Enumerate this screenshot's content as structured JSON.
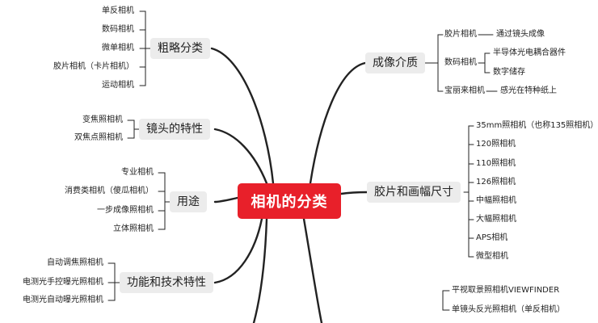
{
  "center": {
    "label": "相机的分类"
  },
  "branches": {
    "coarse": {
      "label": "粗略分类",
      "items": [
        "单反相机",
        "数码相机",
        "微单相机",
        "胶片相机（卡片相机）",
        "运动相机"
      ]
    },
    "lens": {
      "label": "镜头的特性",
      "items": [
        "变焦照相机",
        "双焦点照相机"
      ]
    },
    "usage": {
      "label": "用途",
      "items": [
        "专业相机",
        "消费类相机（傻瓜相机）",
        "一步成像照相机",
        "立体照相机"
      ]
    },
    "tech": {
      "label": "功能和技术特性",
      "items": [
        "自动调焦照相机",
        "电测光手控曝光照相机",
        "电测光自动曝光照相机"
      ]
    },
    "medium": {
      "label": "成像介质",
      "groups": [
        {
          "label": "胶片相机",
          "items": [
            "通过镜头成像"
          ]
        },
        {
          "label": "数码相机",
          "items": [
            "半导体光电耦合器件",
            "数字储存"
          ]
        },
        {
          "label": "宝丽来相机",
          "items": [
            "感光在特种纸上"
          ]
        }
      ]
    },
    "film": {
      "label": "胶片和画幅尺寸",
      "items": [
        "35mm照相机（也称135照相机）",
        "120照相机",
        "110照相机",
        "126照相机",
        "中幅照相机",
        "大幅照相机",
        "APS相机",
        "微型相机"
      ]
    },
    "viewfinder": {
      "items": [
        "平视取景照相机VIEWFINDER",
        "单镜头反光照相机（单反相机）"
      ]
    }
  }
}
